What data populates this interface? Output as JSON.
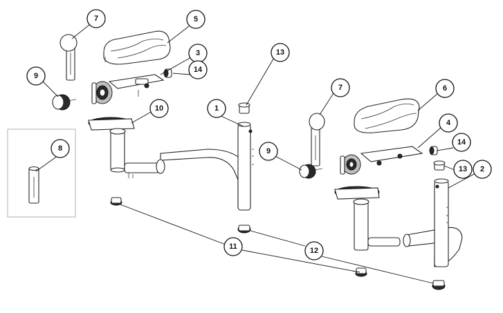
{
  "callouts": [
    {
      "id": "c1",
      "label": "1"
    },
    {
      "id": "c2",
      "label": "2"
    },
    {
      "id": "c3",
      "label": "3"
    },
    {
      "id": "c4",
      "label": "4"
    },
    {
      "id": "c5",
      "label": "5"
    },
    {
      "id": "c6",
      "label": "6"
    },
    {
      "id": "c7a",
      "label": "7"
    },
    {
      "id": "c7b",
      "label": "7"
    },
    {
      "id": "c8",
      "label": "8"
    },
    {
      "id": "c9a",
      "label": "9"
    },
    {
      "id": "c9b",
      "label": "9"
    },
    {
      "id": "c10",
      "label": "10"
    },
    {
      "id": "c11",
      "label": "11"
    },
    {
      "id": "c12",
      "label": "12"
    },
    {
      "id": "c13a",
      "label": "13"
    },
    {
      "id": "c13b",
      "label": "13"
    },
    {
      "id": "c14a",
      "label": "14"
    },
    {
      "id": "c14b",
      "label": "14"
    }
  ],
  "colors": {
    "line": "#111111",
    "part_fill": "#ffffff",
    "dark": "#2a2a2a",
    "inset_border": "#b0b0b0"
  }
}
